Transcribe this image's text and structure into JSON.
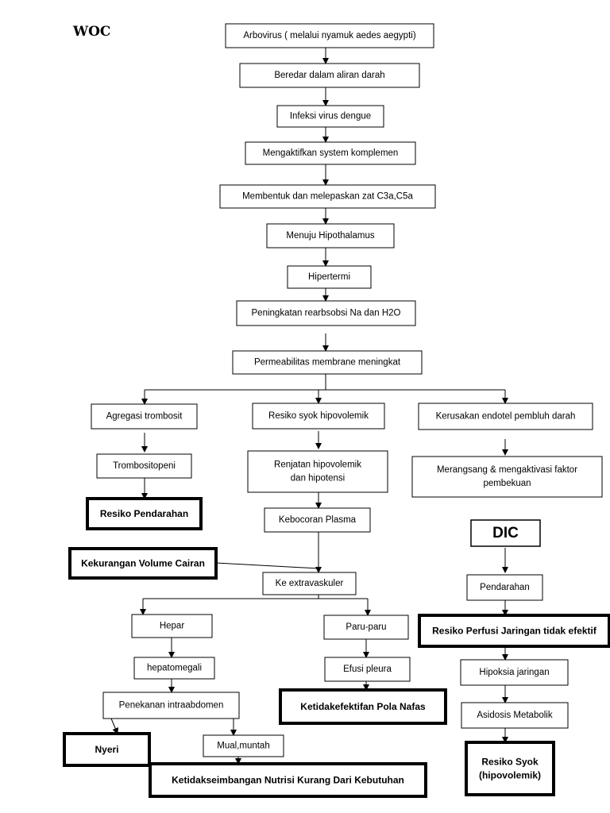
{
  "title": "WOC",
  "nodes": {
    "arbovirus": "Arbovirus ( melalui nyamuk aedes aegypti)",
    "beredar": "Beredar dalam aliran darah",
    "infeksi": "Infeksi virus dengue",
    "mengaktifkan": "Mengaktifkan system komplemen",
    "membentuk": "Membentuk dan melepaskan zat C3a,C5a",
    "menuju": "Menuju Hipothalamus",
    "hipertermi": "Hipertermi",
    "peningkatan": "Peningkatan rearbsobsi Na dan H2O",
    "permeabilitas": "Permeabilitas membrane meningkat",
    "agregasi": "Agregasi trombosit",
    "trombositopeni": "Trombositopeni",
    "resiko_pendarahan": "Resiko Pendarahan",
    "resiko_syok_hipovolemik": "Resiko syok hipovolemik",
    "renjatan_line1": "Renjatan hipovolemik",
    "renjatan_line2": "dan hipotensi",
    "kebocoran": "Kebocoran Plasma",
    "kekurangan_volume": "Kekurangan Volume Cairan",
    "extravaskuler": "Ke extravaskuler",
    "hepar": "Hepar",
    "hepatomegali": "hepatomegali",
    "penekanan": "Penekanan intraabdomen",
    "nyeri": "Nyeri",
    "mual": "Mual,muntah",
    "nutrisi": "Ketidakseimbangan Nutrisi Kurang Dari Kebutuhan",
    "paru": "Paru-paru",
    "efusi": "Efusi pleura",
    "pola_nafas": "Ketidakefektifan Pola Nafas",
    "kerusakan": "Kerusakan endotel pembluh darah",
    "merangsang_line1": "Merangsang & mengaktivasi faktor",
    "merangsang_line2": "pembekuan",
    "dic": "DIC",
    "pendarahan": "Pendarahan",
    "perfusi": "Resiko Perfusi Jaringan tidak efektif",
    "hipoksia": "Hipoksia jaringan",
    "asidosis": "Asidosis Metabolik",
    "resiko_syok_line1": "Resiko Syok",
    "resiko_syok_line2": "(hipovolemik)"
  },
  "colors": {
    "stroke": "#000000",
    "fill": "#ffffff",
    "text": "#000000"
  }
}
